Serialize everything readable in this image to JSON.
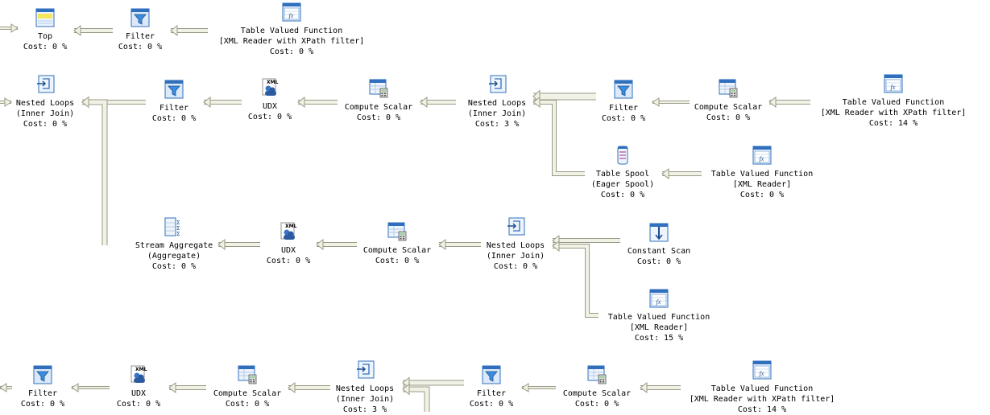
{
  "colors": {
    "arrow_fill": "#f1f1e6",
    "arrow_stroke": "#9a9a86",
    "icon_blue": "#2f6fbd",
    "icon_light": "#dbe9f8"
  },
  "nodes": [
    {
      "id": "top",
      "icon": "top-icon",
      "line1": "Top",
      "line2": "",
      "cost": "Cost: 0 %"
    },
    {
      "id": "filter_a",
      "icon": "filter-icon",
      "line1": "Filter",
      "line2": "",
      "cost": "Cost: 0 %"
    },
    {
      "id": "tvf_a",
      "icon": "table-valued-function-icon",
      "line1": "Table Valued Function",
      "line2": "[XML Reader with XPath filter]",
      "cost": "Cost: 0 %"
    },
    {
      "id": "nl_main",
      "icon": "nested-loops-icon",
      "line1": "Nested Loops",
      "line2": "(Inner Join)",
      "cost": "Cost: 0 %"
    },
    {
      "id": "filter_b",
      "icon": "filter-icon",
      "line1": "Filter",
      "line2": "",
      "cost": "Cost: 0 %"
    },
    {
      "id": "udx_b",
      "icon": "udx-icon",
      "line1": "UDX",
      "line2": "",
      "cost": "Cost: 0 %"
    },
    {
      "id": "cs_b",
      "icon": "compute-scalar-icon",
      "line1": "Compute Scalar",
      "line2": "",
      "cost": "Cost: 0 %"
    },
    {
      "id": "nl_b",
      "icon": "nested-loops-icon",
      "line1": "Nested Loops",
      "line2": "(Inner Join)",
      "cost": "Cost: 3 %"
    },
    {
      "id": "filter_c",
      "icon": "filter-icon",
      "line1": "Filter",
      "line2": "",
      "cost": "Cost: 0 %"
    },
    {
      "id": "cs_c",
      "icon": "compute-scalar-icon",
      "line1": "Compute Scalar",
      "line2": "",
      "cost": "Cost: 0 %"
    },
    {
      "id": "tvf_c",
      "icon": "table-valued-function-icon",
      "line1": "Table Valued Function",
      "line2": "[XML Reader with XPath filter]",
      "cost": "Cost: 14 %"
    },
    {
      "id": "spool",
      "icon": "table-spool-icon",
      "line1": "Table Spool",
      "line2": "(Eager Spool)",
      "cost": "Cost: 0 %"
    },
    {
      "id": "tvf_d",
      "icon": "table-valued-function-icon",
      "line1": "Table Valued Function",
      "line2": "[XML Reader]",
      "cost": "Cost: 0 %"
    },
    {
      "id": "stream_agg",
      "icon": "stream-aggregate-icon",
      "line1": "Stream Aggregate",
      "line2": "(Aggregate)",
      "cost": "Cost: 0 %"
    },
    {
      "id": "udx_e",
      "icon": "udx-icon",
      "line1": "UDX",
      "line2": "",
      "cost": "Cost: 0 %"
    },
    {
      "id": "cs_e",
      "icon": "compute-scalar-icon",
      "line1": "Compute Scalar",
      "line2": "",
      "cost": "Cost: 0 %"
    },
    {
      "id": "nl_e",
      "icon": "nested-loops-icon",
      "line1": "Nested Loops",
      "line2": "(Inner Join)",
      "cost": "Cost: 0 %"
    },
    {
      "id": "const_scan",
      "icon": "constant-scan-icon",
      "line1": "Constant Scan",
      "line2": "",
      "cost": "Cost: 0 %"
    },
    {
      "id": "tvf_f",
      "icon": "table-valued-function-icon",
      "line1": "Table Valued Function",
      "line2": "[XML Reader]",
      "cost": "Cost: 15 %"
    },
    {
      "id": "filter_g",
      "icon": "filter-icon",
      "line1": "Filter",
      "line2": "",
      "cost": "Cost: 0 %"
    },
    {
      "id": "udx_g",
      "icon": "udx-icon",
      "line1": "UDX",
      "line2": "",
      "cost": "Cost: 0 %"
    },
    {
      "id": "cs_g",
      "icon": "compute-scalar-icon",
      "line1": "Compute Scalar",
      "line2": "",
      "cost": "Cost: 0 %"
    },
    {
      "id": "nl_g",
      "icon": "nested-loops-icon",
      "line1": "Nested Loops",
      "line2": "(Inner Join)",
      "cost": "Cost: 3 %"
    },
    {
      "id": "filter_h",
      "icon": "filter-icon",
      "line1": "Filter",
      "line2": "",
      "cost": "Cost: 0 %"
    },
    {
      "id": "cs_h",
      "icon": "compute-scalar-icon",
      "line1": "Compute Scalar",
      "line2": "",
      "cost": "Cost: 0 %"
    },
    {
      "id": "tvf_h",
      "icon": "table-valued-function-icon",
      "line1": "Table Valued Function",
      "line2": "[XML Reader with XPath filter]",
      "cost": "Cost: 14 %"
    }
  ]
}
